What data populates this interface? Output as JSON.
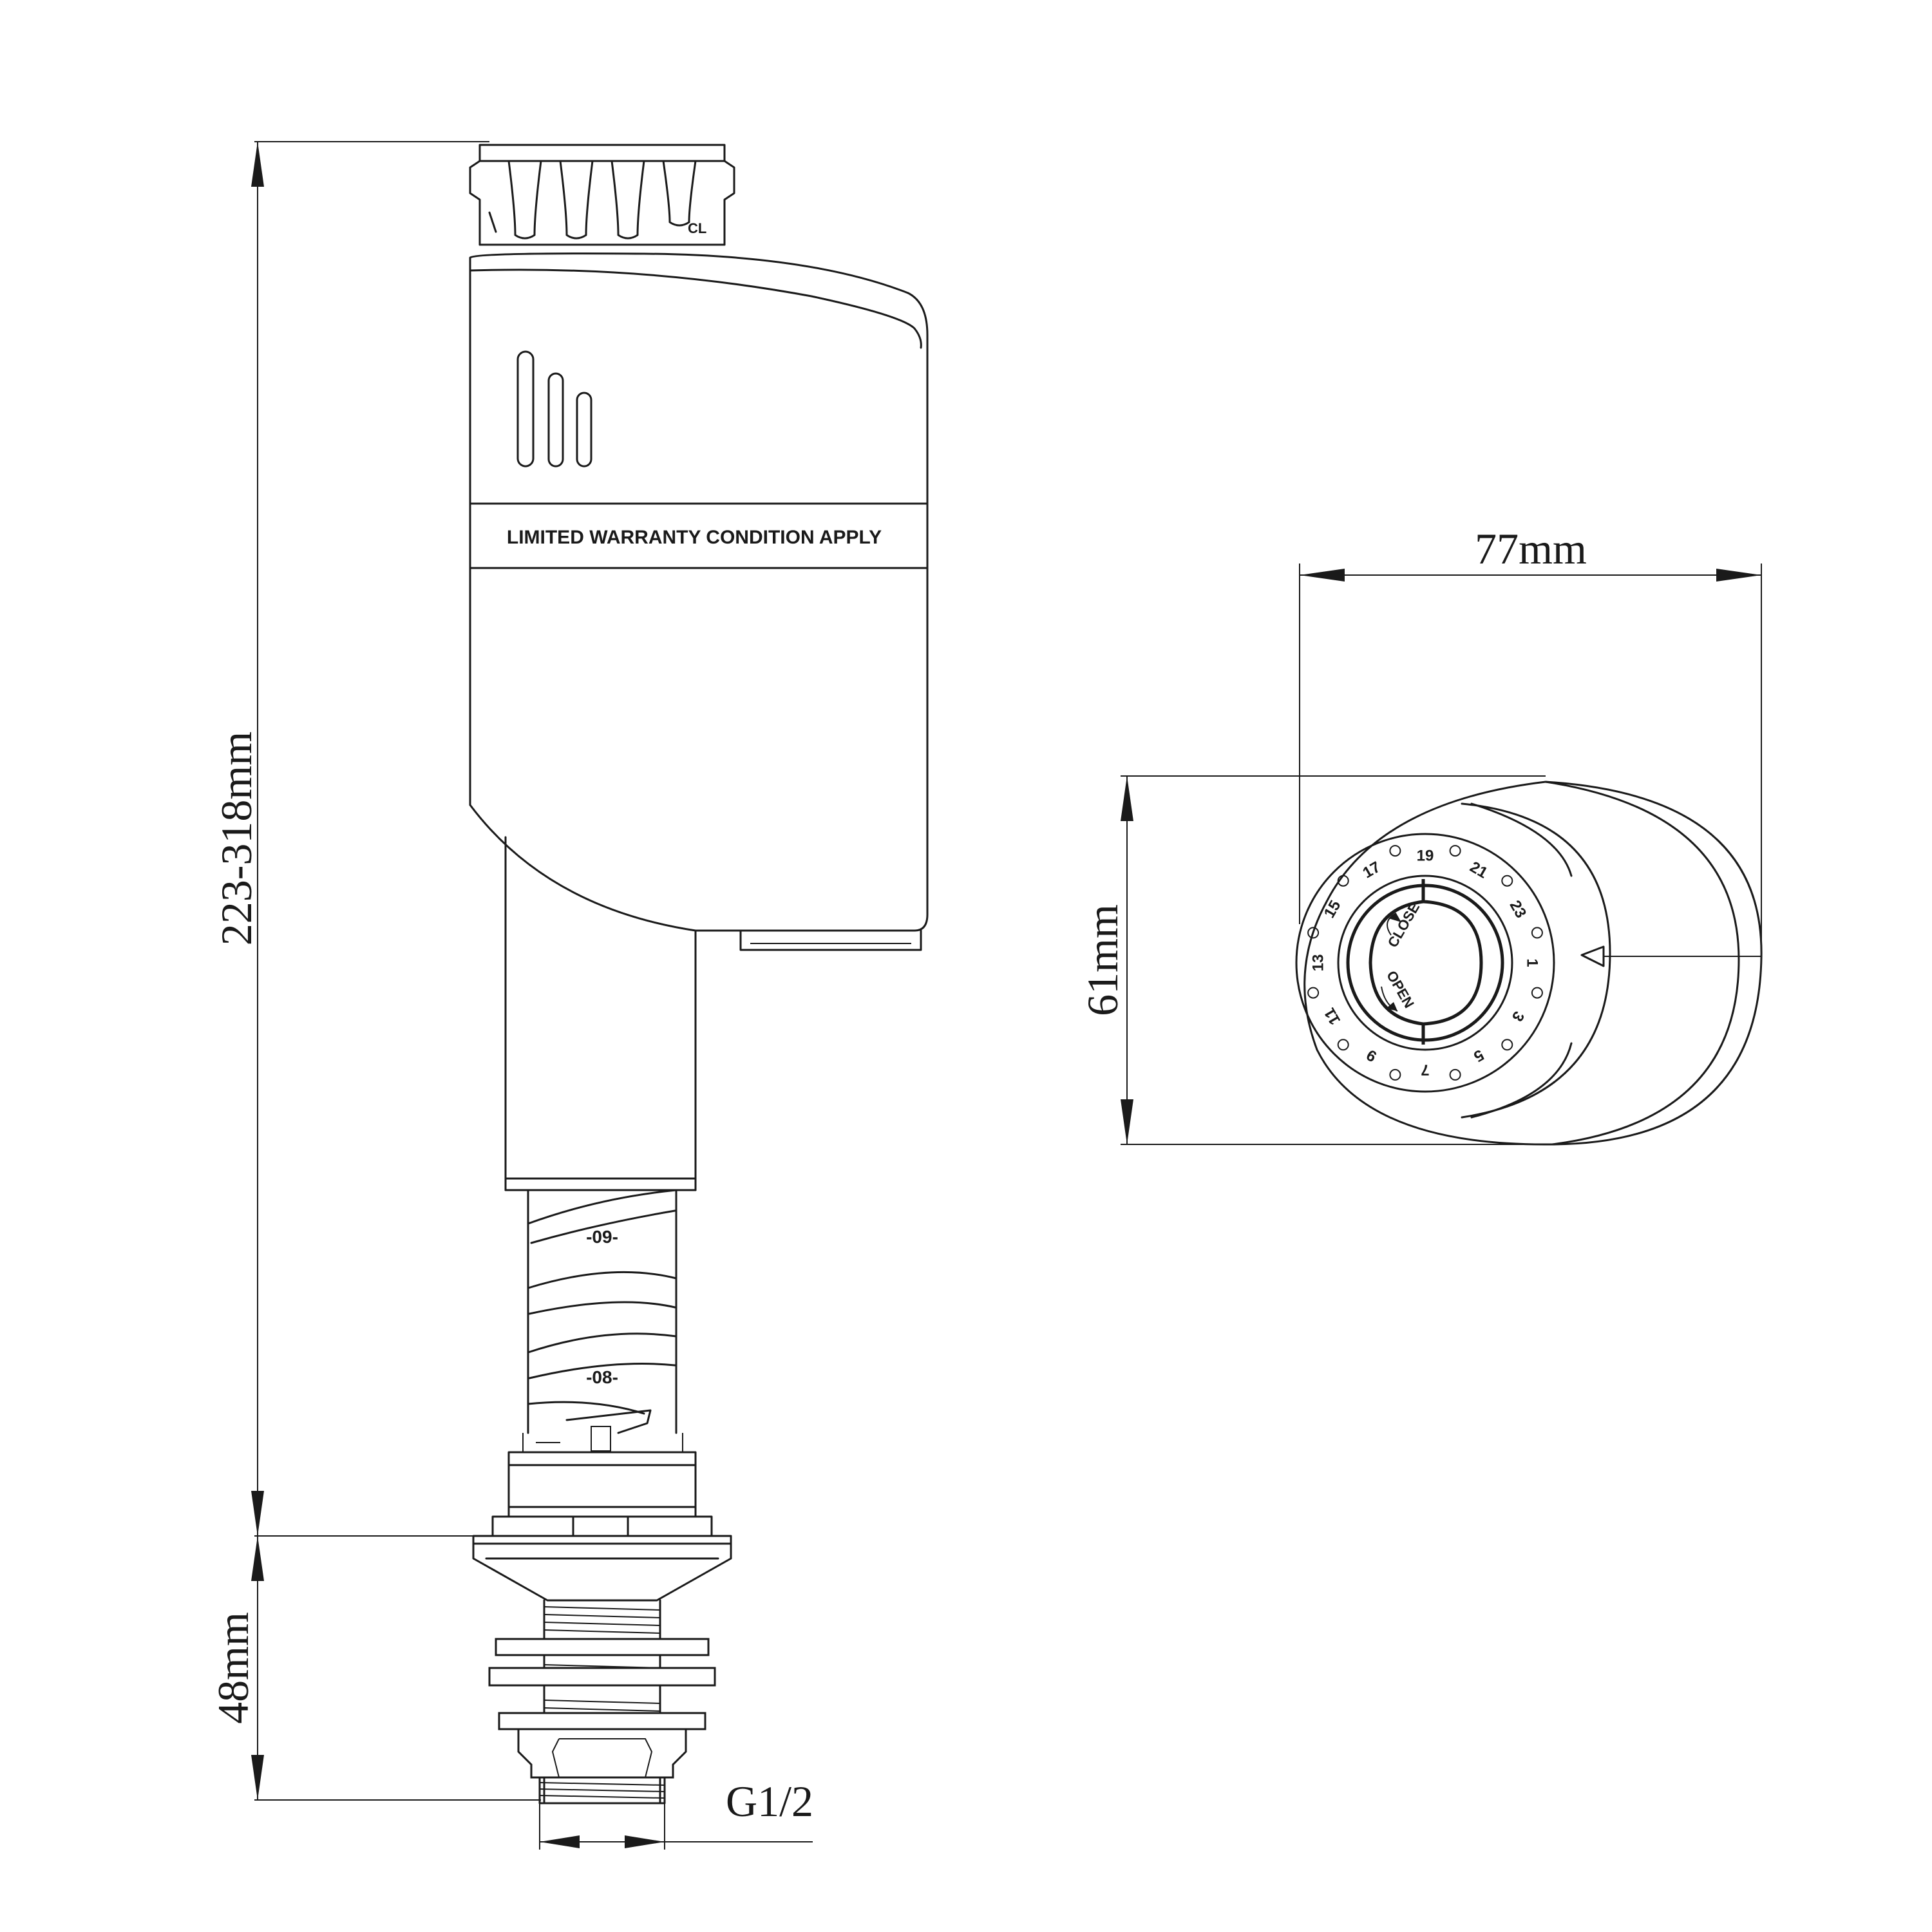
{
  "dimensions": {
    "height_range": "223-318mm",
    "base_height": "48mm",
    "thread": "G1/2",
    "width": "77mm",
    "depth": "61mm"
  },
  "labels": {
    "warranty": "LIMITED WARRANTY CONDITION APPLY",
    "cap_mark": "CL",
    "scale_upper": "-09-",
    "scale_lower": "-08-",
    "close": "CLOSE",
    "open": "OPEN"
  },
  "dial": {
    "numbers": [
      "1",
      "3",
      "5",
      "7",
      "9",
      "11",
      "13",
      "15",
      "17",
      "19",
      "21",
      "23"
    ]
  },
  "colors": {
    "line": "#1a1a1a",
    "background": "#ffffff"
  }
}
